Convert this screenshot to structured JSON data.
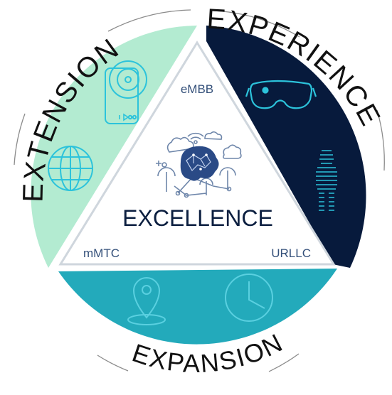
{
  "center": {
    "title": "EXCELLENCE"
  },
  "corners": {
    "top": "eMBB",
    "left": "mMTC",
    "right": "URLLC"
  },
  "arcs": {
    "left": "EXTENSION",
    "right": "EXPERIENCE",
    "bottom": "EXPANSION"
  },
  "sectors": {
    "left": {
      "color": "#b3ebd1",
      "icons": [
        "smart-speaker-icon",
        "globe-icon"
      ]
    },
    "right": {
      "color": "#071a3c",
      "icons": [
        "vr-headset-icon",
        "digital-human-icon"
      ]
    },
    "bottom": {
      "color": "#23aabb",
      "icons": [
        "location-pin-icon",
        "clock-icon"
      ]
    }
  },
  "center_graphic": {
    "icon": "ai-brain-network-icon"
  },
  "colors": {
    "icon_line_light": "#2cc3db",
    "text_dark": "#0c1f40",
    "corner_label": "#34507a"
  }
}
